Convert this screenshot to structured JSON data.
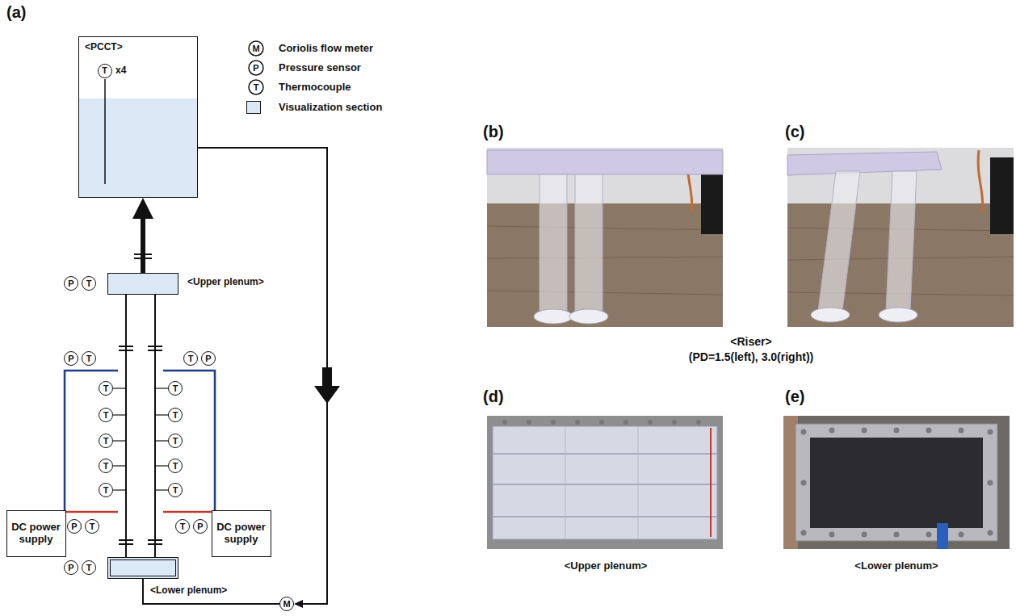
{
  "diagram": {
    "nodes": [
      {
        "text": [
          "<PCCT>"
        ]
      },
      {
        "text": [
          "T"
        ],
        "in": 0
      },
      {
        "text": [
          "P"
        ]
      },
      {
        "text": [
          "T"
        ]
      },
      {
        "text": [
          "<Upper plenum>"
        ]
      },
      {
        "text": [
          "P"
        ]
      },
      {
        "text": [
          "T"
        ]
      },
      {
        "text": [
          "T"
        ]
      },
      {
        "text": [
          "P"
        ]
      },
      {
        "text": [
          "T"
        ]
      },
      {
        "text": [
          "T"
        ]
      },
      {
        "text": [
          "T"
        ]
      },
      {
        "text": [
          "T"
        ]
      },
      {
        "text": [
          "T"
        ]
      },
      {
        "text": [
          "T"
        ]
      },
      {
        "text": [
          "T"
        ]
      },
      {
        "text": [
          "T"
        ]
      },
      {
        "text": [
          "T"
        ]
      },
      {
        "text": [
          "T"
        ]
      },
      {
        "text": [
          "DC power supply"
        ]
      },
      {
        "text": [
          "DC power supply"
        ]
      },
      {
        "text": [
          "P"
        ]
      },
      {
        "text": [
          "T"
        ]
      },
      {
        "text": [
          "T"
        ]
      },
      {
        "text": [
          "P"
        ]
      },
      {
        "text": [
          "P"
        ]
      },
      {
        "text": [
          "T"
        ]
      },
      {
        "text": [
          "<Lower plenum>"
        ]
      },
      {
        "text": [
          "M"
        ]
      }
    ],
    "edges": [
      {
        "from": 4,
        "to": 0,
        "arrow": "to"
      },
      {
        "from": 0,
        "to": 28,
        "arrow": "to"
      },
      {
        "from": 28,
        "to": 27,
        "arrow": "none"
      },
      {
        "from": 27,
        "to": 4,
        "arrow": "none"
      },
      {
        "from": 27,
        "to": 4,
        "arrow": "none"
      }
    ],
    "labels": [
      "(a)",
      "M",
      "P",
      "T",
      "x4",
      "(b)",
      "(c)",
      "<Riser>",
      "(PD=1.5(left), 3.0(right))",
      "(d)",
      "(e)",
      "<Upper plenum>",
      "<Lower plenum>"
    ],
    "legend": [
      {
        "text": "Coriolis flow meter"
      },
      {
        "text": "Pressure sensor"
      },
      {
        "text": "Thermocouple"
      },
      {
        "text": "Visualization section",
        "color": "#dbe8f5"
      }
    ]
  }
}
